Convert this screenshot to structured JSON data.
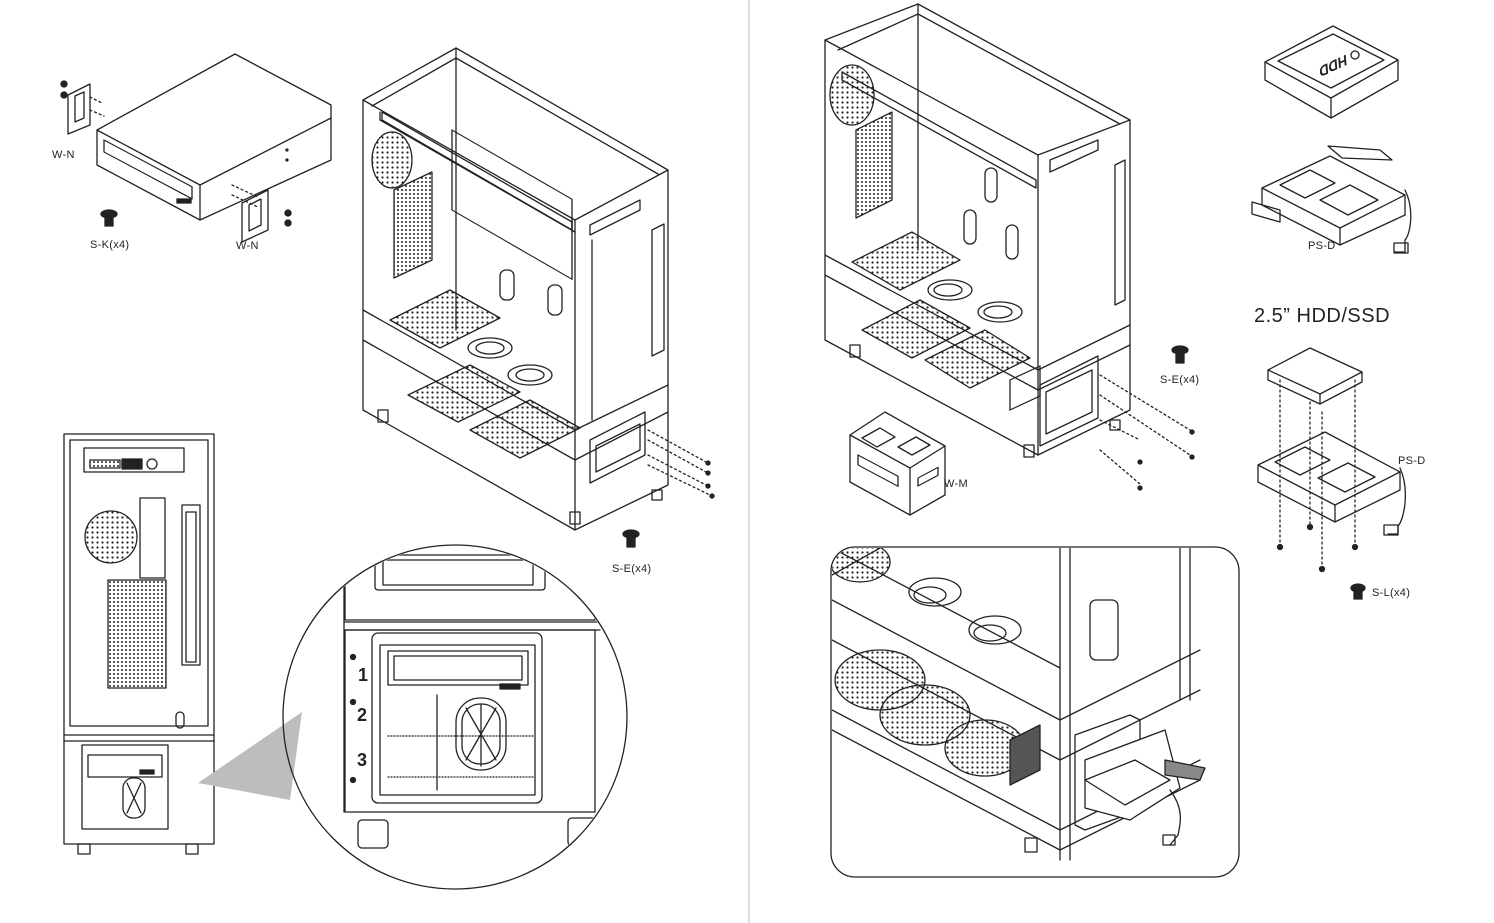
{
  "left_panel": {
    "labels": {
      "wn_top": "W-N",
      "wn_bottom": "W-N",
      "sk": "S-K(x4)",
      "se": "S-E(x4)"
    },
    "slot_numbers": [
      "1",
      "2",
      "3"
    ]
  },
  "right_panel": {
    "labels": {
      "se": "S-E(x4)",
      "wm": "W-M",
      "psd_top": "PS-D",
      "psd_bottom": "PS-D",
      "sl": "S-L(x4)",
      "hdd_ssd_heading": "2.5” HDD/SSD",
      "hdd_text": "HDD"
    }
  },
  "colors": {
    "line": "#222222",
    "divider": "#bbbbbb",
    "zoom": "#bdbdbd"
  }
}
